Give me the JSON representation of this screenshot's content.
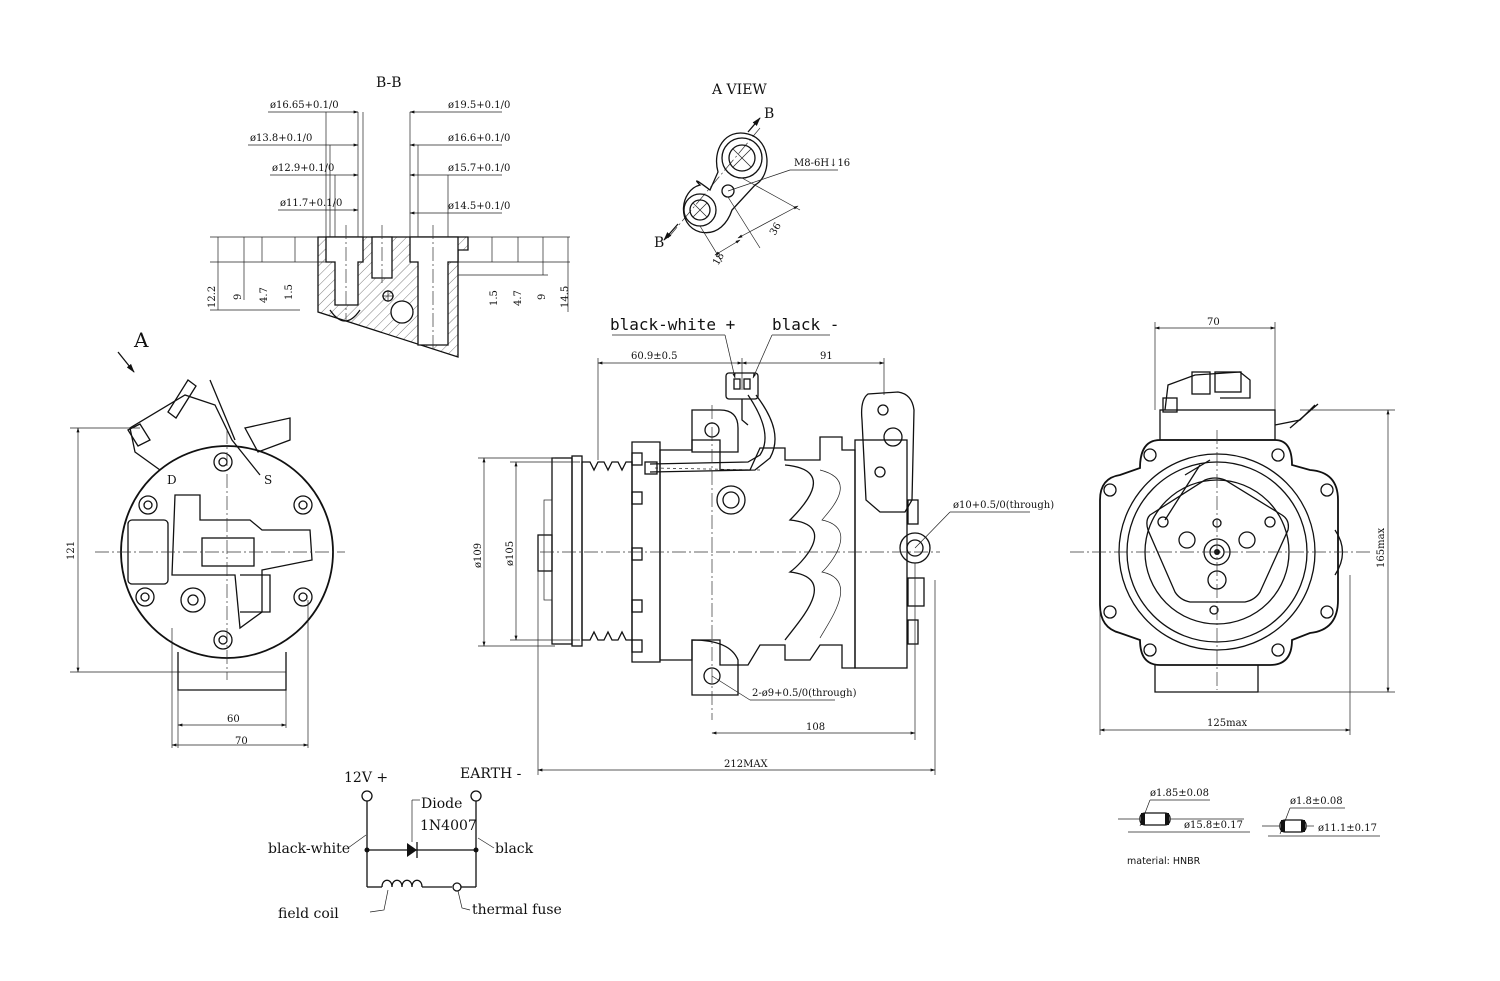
{
  "section_bb": {
    "title": "B-B",
    "left_dims": [
      "ø16.65+0.1/0",
      "ø13.8+0.1/0",
      "ø12.9+0.1/0",
      "ø11.7+0.1/0"
    ],
    "right_dims": [
      "ø19.5+0.1/0",
      "ø16.6+0.1/0",
      "ø15.7+0.1/0",
      "ø14.5+0.1/0"
    ],
    "left_depths": [
      "12.2",
      "9",
      "4.7",
      "1.5"
    ],
    "right_depths": [
      "1.5",
      "4.7",
      "9",
      "14.5"
    ]
  },
  "a_view": {
    "title": "A VIEW",
    "section_mark_top": "B",
    "section_mark_bottom": "B",
    "thread": "M8-6H↓16",
    "dim_18": "18",
    "dim_36": "36"
  },
  "rear_view": {
    "arrow_label": "A",
    "port_discharge": "D",
    "port_suction": "S",
    "height": "121",
    "width_inner": "60",
    "width_outer": "70"
  },
  "side_view": {
    "wire_left": "black-white +",
    "wire_right": "black -",
    "dim_top_left": "60.9±0.5",
    "dim_top_right": "91",
    "dia_outer": "ø109",
    "dia_inner": "ø105",
    "hole_top": "ø10+0.5/0(through)",
    "hole_bottom": "2-ø9+0.5/0(through)",
    "dim_108": "108",
    "dim_total": "212MAX"
  },
  "front_view": {
    "width_top": "70",
    "height": "165max",
    "width_bottom": "125max"
  },
  "schematic": {
    "v_plus": "12V +",
    "earth": "EARTH -",
    "diode_label": "Diode",
    "diode_part": "1N4007",
    "wire_bw": "black-white",
    "wire_b": "black",
    "coil": "field coil",
    "fuse": "thermal fuse"
  },
  "orings": {
    "ring1_cs": "ø1.85±0.08",
    "ring1_id": "ø15.8±0.17",
    "ring2_cs": "ø1.8±0.08",
    "ring2_id": "ø11.1±0.17",
    "material": "material: HNBR"
  }
}
